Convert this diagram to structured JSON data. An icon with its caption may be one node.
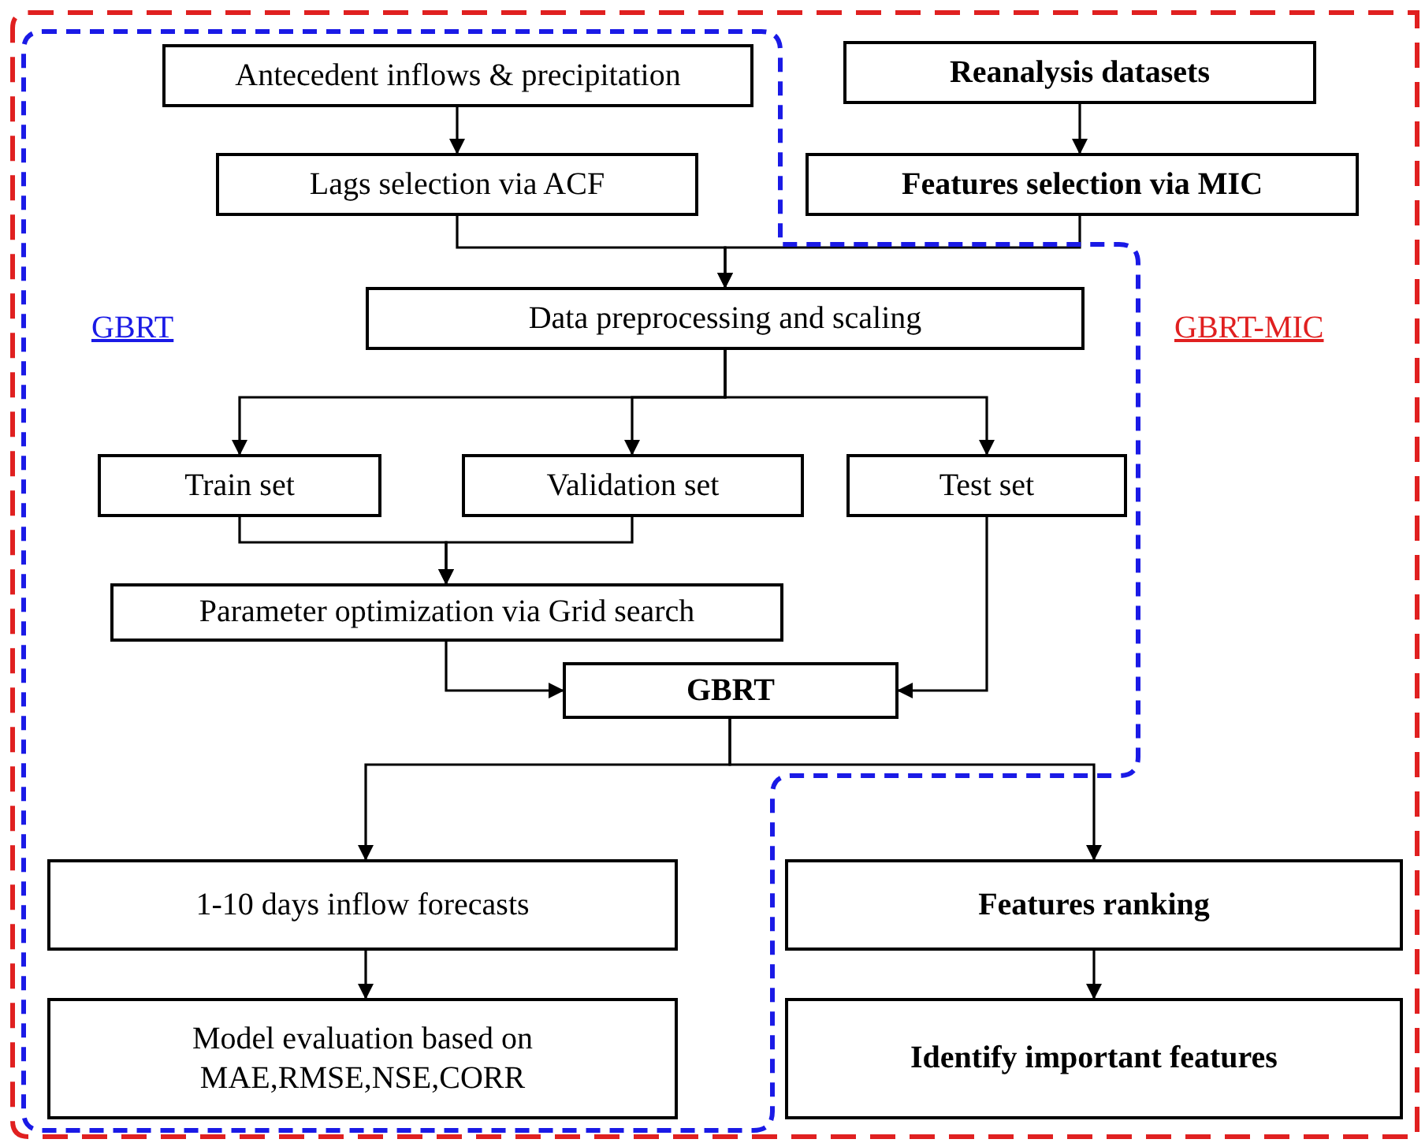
{
  "diagram": {
    "nodes": [
      {
        "text": [
          "GBRT-MIC"
        ]
      },
      {
        "text": [
          "GBRT"
        ],
        "in": 0
      },
      {
        "text": [
          "Antecedent inflows & precipitation"
        ],
        "in": 1
      },
      {
        "text": [
          "Reanalysis datasets"
        ],
        "in": 0
      },
      {
        "text": [
          "Lags selection via ACF"
        ],
        "in": 1
      },
      {
        "text": [
          "Features selection via MIC"
        ],
        "in": 0
      },
      {
        "text": [
          "Data preprocessing and scaling"
        ],
        "in": 1
      },
      {
        "text": [
          "Train set"
        ],
        "in": 1
      },
      {
        "text": [
          "Validation set"
        ],
        "in": 1
      },
      {
        "text": [
          "Test set"
        ],
        "in": 1
      },
      {
        "text": [
          "Parameter optimization via Grid search"
        ],
        "in": 1
      },
      {
        "text": [
          "GBRT"
        ],
        "in": 1
      },
      {
        "text": [
          "1-10 days inflow forecasts"
        ],
        "in": 1
      },
      {
        "text": [
          "Model evaluation based on MAE,RMSE,NSE,CORR"
        ],
        "in": 1
      },
      {
        "text": [
          "Features ranking"
        ],
        "in": 0
      },
      {
        "text": [
          "Identify important features"
        ],
        "in": 0
      }
    ],
    "edges": [
      {
        "from": 2,
        "to": 4,
        "arrow": "to"
      },
      {
        "from": 3,
        "to": 5,
        "arrow": "to"
      },
      {
        "from": 4,
        "to": 6,
        "arrow": "to"
      },
      {
        "from": 5,
        "to": 6,
        "arrow": "to"
      },
      {
        "from": 6,
        "to": 7,
        "arrow": "to"
      },
      {
        "from": 6,
        "to": 8,
        "arrow": "to"
      },
      {
        "from": 6,
        "to": 9,
        "arrow": "to"
      },
      {
        "from": 7,
        "to": 10,
        "arrow": "to"
      },
      {
        "from": 8,
        "to": 10,
        "arrow": "to"
      },
      {
        "from": 10,
        "to": 11,
        "arrow": "to"
      },
      {
        "from": 9,
        "to": 11,
        "arrow": "to"
      },
      {
        "from": 11,
        "to": 12,
        "arrow": "to"
      },
      {
        "from": 11,
        "to": 14,
        "arrow": "to"
      },
      {
        "from": 12,
        "to": 13,
        "arrow": "to"
      },
      {
        "from": 14,
        "to": 15,
        "arrow": "to"
      }
    ]
  }
}
